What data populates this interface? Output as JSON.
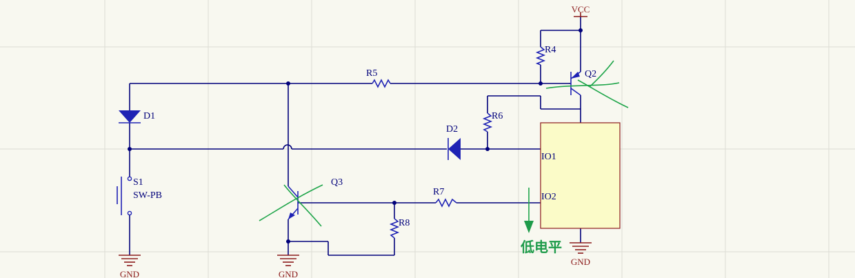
{
  "power": {
    "vcc": "VCC",
    "gnd": "GND"
  },
  "labels": {
    "d1": "D1",
    "d2": "D2",
    "s1": "S1",
    "s1_type": "SW-PB",
    "q2": "Q2",
    "q3": "Q3",
    "r4": "R4",
    "r5": "R5",
    "r6": "R6",
    "r7": "R7",
    "r8": "R8",
    "io1": "IO1",
    "io2": "IO2"
  },
  "annotation": {
    "low_level": "低电平"
  },
  "colors": {
    "background": "#f8f8f0",
    "grid": "#dcdcd4",
    "wire": "#00007a",
    "component": "#1e22b4",
    "ground": "#8b1a1a",
    "ic_fill": "#fbfbc8",
    "annotation": "#1e9b4a"
  }
}
